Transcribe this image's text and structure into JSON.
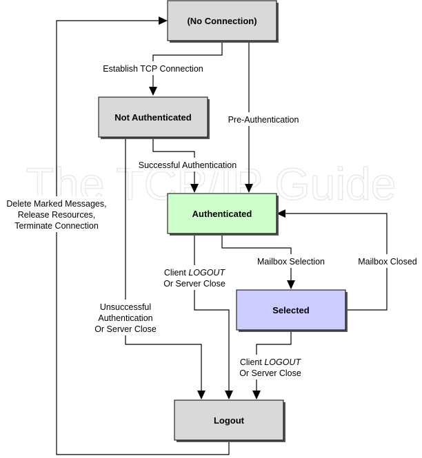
{
  "watermark": "The TCP/IP Guide",
  "colors": {
    "node_default": "#d9d9d9",
    "node_authenticated": "#ccffcc",
    "node_selected": "#ccccff",
    "stroke": "#000000",
    "shadow": "#555555"
  },
  "nodes": {
    "no_connection": "(No Connection)",
    "not_authenticated": "Not Authenticated",
    "authenticated": "Authenticated",
    "selected": "Selected",
    "logout": "Logout"
  },
  "edges": {
    "establish_tcp": "Establish TCP Connection",
    "pre_authentication": "Pre-Authentication",
    "successful_authentication": "Successful Authentication",
    "delete_line1": "Delete Marked Messages,",
    "delete_line2": "Release Resources,",
    "delete_line3": "Terminate Connection",
    "client1_prefix": "Client ",
    "client1_em": "LOGOUT",
    "client1_line2": "Or Server Close",
    "mailbox_selection": "Mailbox Selection",
    "mailbox_closed": "Mailbox Closed",
    "unsuccessful_line1": "Unsuccessful",
    "unsuccessful_line2": "Authentication",
    "unsuccessful_line3": "Or Server Close",
    "client2_prefix": "Client ",
    "client2_em": "LOGOUT",
    "client2_line2": "Or Server Close"
  }
}
